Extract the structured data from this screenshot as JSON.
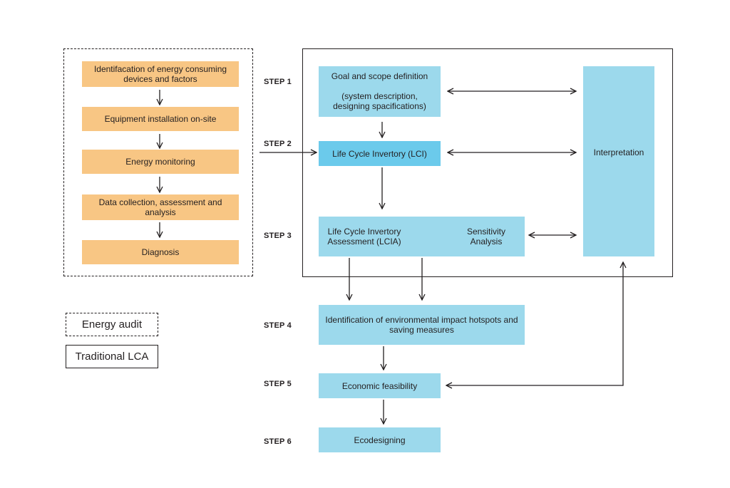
{
  "energy_audit_steps": [
    "Identifacation of energy consuming devices and factors",
    "Equipment installation on-site",
    "Energy monitoring",
    "Data collection, assessment and analysis",
    "Diagnosis"
  ],
  "steps": {
    "s1": "STEP 1",
    "s2": "STEP 2",
    "s3": "STEP 3",
    "s4": "STEP 4",
    "s5": "STEP 5",
    "s6": "STEP 6"
  },
  "lca": {
    "goal_title": "Goal and scope definition",
    "goal_sub": "(system description, designing spacifications)",
    "lci": "Life Cycle Invertory (LCI)",
    "lcia": "Life Cycle Invertory Assessment (LCIA)",
    "sensitivity": "Sensitivity Analysis",
    "interpretation": "Interpretation",
    "hotspots": "Identification of environmental impact hotspots and saving measures",
    "economic": "Economic feasibility",
    "ecodesign": "Ecodesigning"
  },
  "legend": {
    "energy_audit": "Energy audit",
    "traditional_lca": "Traditional LCA"
  },
  "colors": {
    "orange": "#f8c684",
    "blue": "#9cd9ec",
    "blue_dark": "#6bcaeb",
    "line": "#231f20"
  }
}
